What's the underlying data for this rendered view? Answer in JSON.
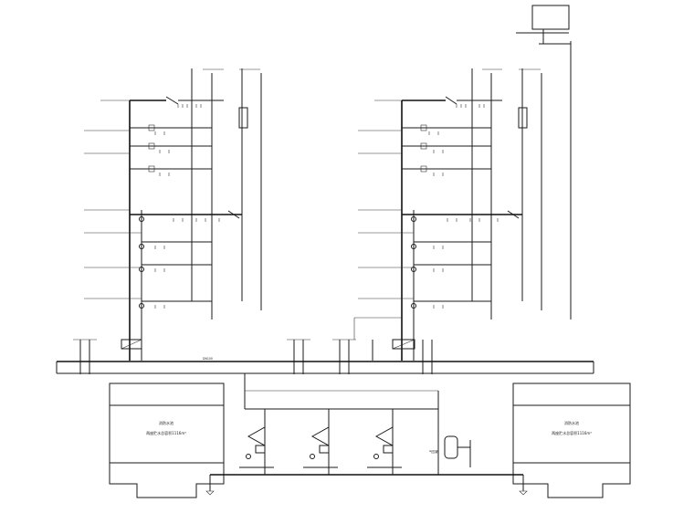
{
  "roof_tank": {
    "label": "",
    "elev_a": "",
    "elev_b": ""
  },
  "left_riser": {
    "floor_labels": [
      "",
      "",
      "",
      "",
      "",
      "",
      ""
    ],
    "riser_tags": [
      "",
      ""
    ],
    "bottom_elev": ""
  },
  "right_riser": {
    "floor_labels": [
      "",
      "",
      "",
      "",
      "",
      "",
      ""
    ],
    "riser_tags": [
      "",
      ""
    ],
    "bottom_elev": ""
  },
  "main_pipe": {
    "label": "DN100"
  },
  "pump_room": {
    "pumps": [
      "",
      "",
      ""
    ],
    "bottom_pipe_label": ""
  },
  "left_pool": {
    "title": "消防水池",
    "caption": "两座贮水总容积1116m³"
  },
  "right_pool": {
    "title": "消防水池",
    "caption": "两座贮水总容积1116m³"
  },
  "pressure_tank": {
    "label": "气压罐"
  },
  "colors": {
    "line": "#1a1a1a",
    "background": "#ffffff"
  }
}
